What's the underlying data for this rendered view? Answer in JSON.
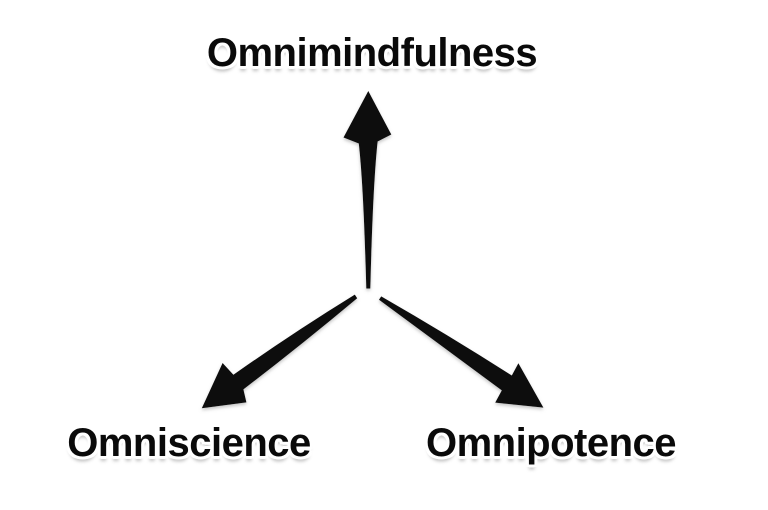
{
  "diagram": {
    "background": "#ffffff",
    "ink_color": "#0a0a0a",
    "halo_color": "#ffffff",
    "shadow_color": "#8a8a8a",
    "nodes": [
      {
        "id": "omnimindfulness",
        "label": "Omnimindfulness",
        "position": "top"
      },
      {
        "id": "omniscience",
        "label": "Omniscience",
        "position": "bottom-left"
      },
      {
        "id": "omnipotence",
        "label": "Omnipotence",
        "position": "bottom-right"
      }
    ],
    "arrows": [
      {
        "name": "arrow-up",
        "from": "center",
        "to": "omnimindfulness",
        "direction": "up"
      },
      {
        "name": "arrow-down-left",
        "from": "center",
        "to": "omniscience",
        "direction": "down-left"
      },
      {
        "name": "arrow-down-right",
        "from": "center",
        "to": "omnipotence",
        "direction": "down-right"
      }
    ]
  }
}
